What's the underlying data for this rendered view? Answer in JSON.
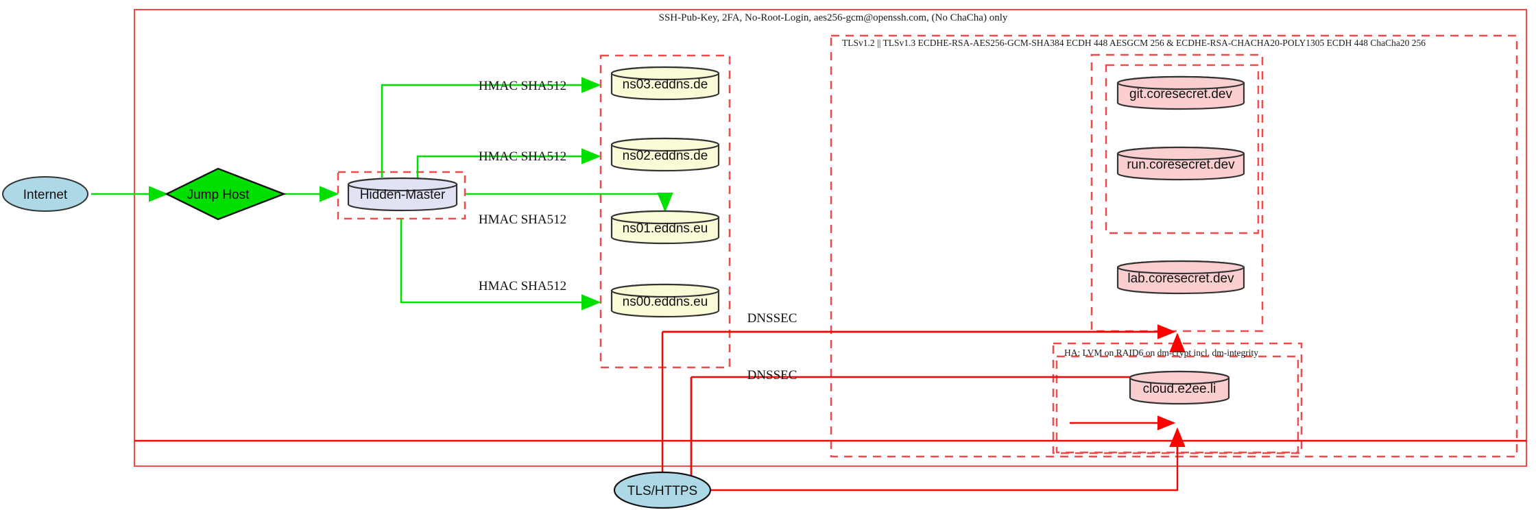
{
  "diagram": {
    "title_top": "SSH-Pub-Key, 2FA, No-Root-Login, aes256-gcm@openssh.com, (No ChaCha) only",
    "clusters": [
      {
        "id": "tls-cluster",
        "label": "TLSv1.2 || TLSv1.3 ECDHE-RSA-AES256-GCM-SHA384 ECDH 448 AESGCM 256 & ECDHE-RSA-CHACHA20-POLY1305 ECDH 448 ChaCha20 256"
      },
      {
        "id": "ha-cluster",
        "label": "HA: LVM on RAID6 on dm-crypt incl. dm-integrity"
      }
    ],
    "nodes": {
      "internet": {
        "label": "Internet",
        "shape": "ellipse",
        "color": "#add8e6"
      },
      "jump_host": {
        "label": "Jump Host",
        "shape": "diamond",
        "color": "#00e000"
      },
      "hidden_master": {
        "label": "Hidden-Master",
        "shape": "cylinder",
        "color": "#e2e2f5"
      },
      "ns03": {
        "label": "ns03.eddns.de",
        "shape": "cylinder",
        "color": "#fbfbd8"
      },
      "ns02": {
        "label": "ns02.eddns.de",
        "shape": "cylinder",
        "color": "#fbfbd8"
      },
      "ns01": {
        "label": "ns01.eddns.eu",
        "shape": "cylinder",
        "color": "#fbfbd8"
      },
      "ns00": {
        "label": "ns00.eddns.eu",
        "shape": "cylinder",
        "color": "#fbfbd8"
      },
      "git": {
        "label": "git.coresecret.dev",
        "shape": "cylinder",
        "color": "#fbcfcf"
      },
      "run": {
        "label": "run.coresecret.dev",
        "shape": "cylinder",
        "color": "#fbcfcf"
      },
      "lab": {
        "label": "lab.coresecret.dev",
        "shape": "cylinder",
        "color": "#fbcfcf"
      },
      "cloud": {
        "label": "cloud.e2ee.li",
        "shape": "cylinder",
        "color": "#fbcfcf"
      },
      "tls_https": {
        "label": "TLS/HTTPS",
        "shape": "ellipse",
        "color": "#add8e6"
      }
    },
    "edge_labels": {
      "hmac_ns03": "HMAC SHA512",
      "hmac_ns02": "HMAC SHA512",
      "hmac_ns01": "HMAC SHA512",
      "hmac_ns00": "HMAC SHA512",
      "dnssec_upper": "DNSSEC",
      "dnssec_lower": "DNSSEC"
    },
    "colors": {
      "edge_green": "#00e000",
      "edge_red": "#ff0000",
      "cluster_border": "#f04a4a",
      "node_stroke": "#333333"
    }
  }
}
